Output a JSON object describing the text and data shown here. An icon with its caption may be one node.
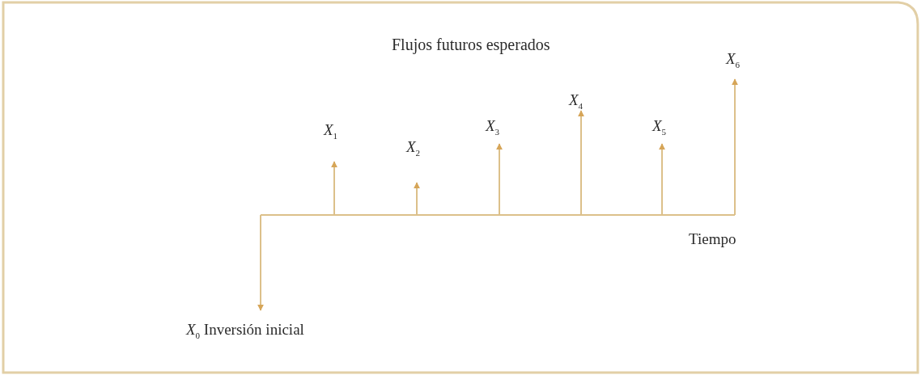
{
  "diagram": {
    "labels": [
      "Flujos futuros esperados",
      "*X*$_{6}$",
      "*X*$_{4}$",
      "*X*$_{1}$",
      "*X*$_{3}$",
      "*X*$_{5}$",
      "*X*$_{2}$",
      "Tiempo",
      "*X*$_{0}$ Inversión inicial"
    ]
  }
}
